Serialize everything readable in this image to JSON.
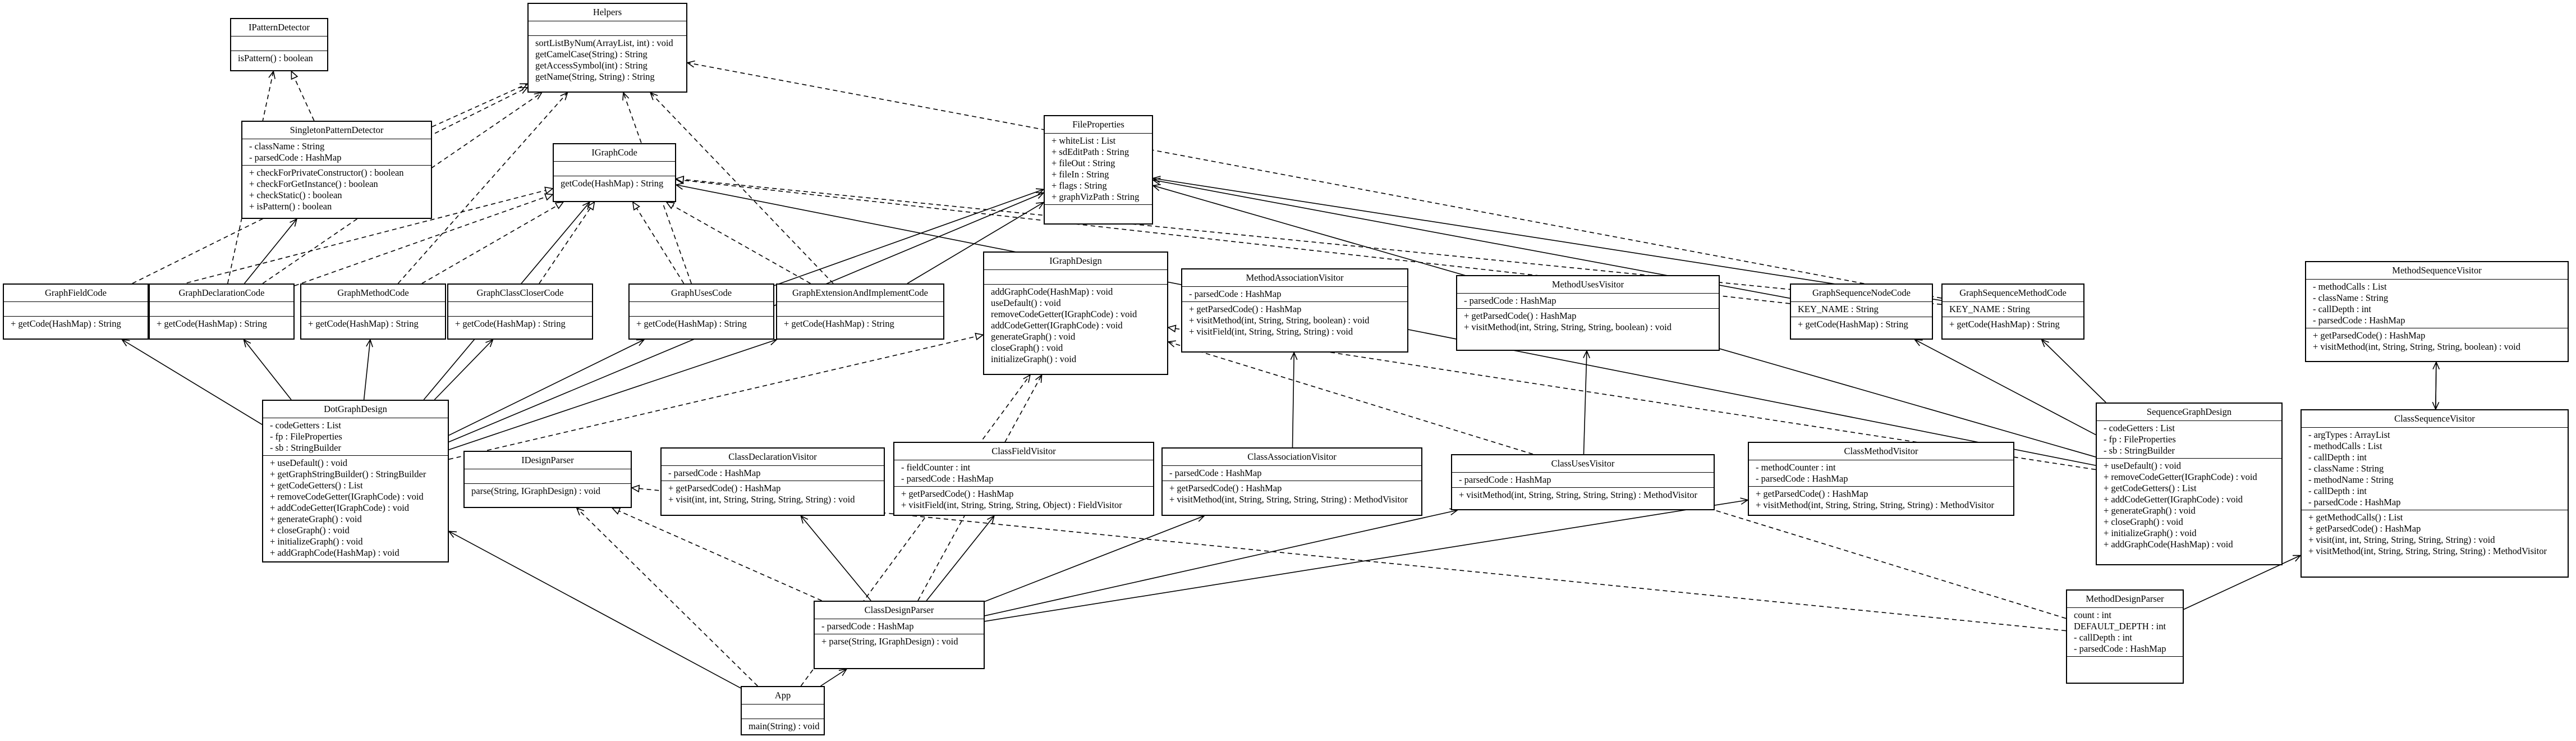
{
  "diagram": {
    "classes": [
      {
        "id": "IPatternDetector",
        "name": "IPatternDetector",
        "attrs": [],
        "ops": [
          "isPattern() : boolean"
        ]
      },
      {
        "id": "Helpers",
        "name": "Helpers",
        "attrs": [],
        "ops": [
          "sortListByNum(ArrayList, int) : void",
          "getCamelCase(String) : String",
          "getAccessSymbol(int) : String",
          "getName(String, String) : String"
        ]
      },
      {
        "id": "SingletonPatternDetector",
        "name": "SingletonPatternDetector",
        "attrs": [
          "- className : String",
          "- parsedCode : HashMap"
        ],
        "ops": [
          "+ checkForPrivateConstructor() : boolean",
          "+ checkForGetInstance() : boolean",
          "+ checkStatic() : boolean",
          "+ isPattern() : boolean"
        ]
      },
      {
        "id": "IGraphCode",
        "name": "IGraphCode",
        "attrs": [],
        "ops": [
          "getCode(HashMap) : String"
        ]
      },
      {
        "id": "FileProperties",
        "name": "FileProperties",
        "attrs": [
          "+ whiteList : List",
          "+ sdEditPath : String",
          "+ fileOut : String",
          "+ fileIn : String",
          "+ flags : String",
          "+ graphVizPath : String"
        ],
        "ops": []
      },
      {
        "id": "GraphFieldCode",
        "name": "GraphFieldCode",
        "attrs": [],
        "ops": [
          "+ getCode(HashMap) : String"
        ]
      },
      {
        "id": "GraphDeclarationCode",
        "name": "GraphDeclarationCode",
        "attrs": [],
        "ops": [
          "+ getCode(HashMap) : String"
        ]
      },
      {
        "id": "GraphMethodCode",
        "name": "GraphMethodCode",
        "attrs": [],
        "ops": [
          "+ getCode(HashMap) : String"
        ]
      },
      {
        "id": "GraphClassCloserCode",
        "name": "GraphClassCloserCode",
        "attrs": [],
        "ops": [
          "+ getCode(HashMap) : String"
        ]
      },
      {
        "id": "GraphUsesCode",
        "name": "GraphUsesCode",
        "attrs": [],
        "ops": [
          "+ getCode(HashMap) : String"
        ]
      },
      {
        "id": "GraphExtensionAndImplementCode",
        "name": "GraphExtensionAndImplementCode",
        "attrs": [],
        "ops": [
          "+ getCode(HashMap) : String"
        ]
      },
      {
        "id": "IGraphDesign",
        "name": "IGraphDesign",
        "attrs": [],
        "ops": [
          "addGraphCode(HashMap) : void",
          "useDefault() : void",
          "removeCodeGetter(IGraphCode) : void",
          "addCodeGetter(IGraphCode) : void",
          "generateGraph() : void",
          "closeGraph() : void",
          "initializeGraph() : void"
        ]
      },
      {
        "id": "MethodAssociationVisitor",
        "name": "MethodAssociationVisitor",
        "attrs": [
          "- parsedCode : HashMap"
        ],
        "ops": [
          "+ getParsedCode() : HashMap",
          "+ visitMethod(int, String, String, boolean) : void",
          "+ visitField(int, String, String, String) : void"
        ]
      },
      {
        "id": "MethodUsesVisitor",
        "name": "MethodUsesVisitor",
        "attrs": [
          "- parsedCode : HashMap"
        ],
        "ops": [
          "+ getParsedCode() : HashMap",
          "+ visitMethod(int, String, String, String, boolean) : void"
        ]
      },
      {
        "id": "GraphSequenceNodeCode",
        "name": "GraphSequenceNodeCode",
        "attrs": [
          "KEY_NAME : String"
        ],
        "ops": [
          "+ getCode(HashMap) : String"
        ]
      },
      {
        "id": "GraphSequenceMethodCode",
        "name": "GraphSequenceMethodCode",
        "attrs": [
          "KEY_NAME : String"
        ],
        "ops": [
          "+ getCode(HashMap) : String"
        ]
      },
      {
        "id": "MethodSequenceVisitor",
        "name": "MethodSequenceVisitor",
        "attrs": [
          "- methodCalls : List",
          "- className : String",
          "- callDepth : int",
          "- parsedCode : HashMap"
        ],
        "ops": [
          "+ getParsedCode() : HashMap",
          "+ visitMethod(int, String, String, String, boolean) : void"
        ]
      },
      {
        "id": "DotGraphDesign",
        "name": "DotGraphDesign",
        "attrs": [
          "- codeGetters : List",
          "- fp : FileProperties",
          "- sb : StringBuilder"
        ],
        "ops": [
          "+ useDefault() : void",
          "+ getGraphStringBuilder() : StringBuilder",
          "+ getCodeGetters() : List",
          "+ removeCodeGetter(IGraphCode) : void",
          "+ addCodeGetter(IGraphCode) : void",
          "+ generateGraph() : void",
          "+ closeGraph() : void",
          "+ initializeGraph() : void",
          "+ addGraphCode(HashMap) : void"
        ]
      },
      {
        "id": "IDesignParser",
        "name": "IDesignParser",
        "attrs": [],
        "ops": [
          "parse(String, IGraphDesign) : void"
        ]
      },
      {
        "id": "ClassDeclarationVisitor",
        "name": "ClassDeclarationVisitor",
        "attrs": [
          "- parsedCode : HashMap"
        ],
        "ops": [
          "+ getParsedCode() : HashMap",
          "+ visit(int, int, String, String, String, String) : void"
        ]
      },
      {
        "id": "ClassFieldVisitor",
        "name": "ClassFieldVisitor",
        "attrs": [
          "- fieldCounter : int",
          "- parsedCode : HashMap"
        ],
        "ops": [
          "+ getParsedCode() : HashMap",
          "+ visitField(int, String, String, String, Object) : FieldVisitor"
        ]
      },
      {
        "id": "ClassAssociationVisitor",
        "name": "ClassAssociationVisitor",
        "attrs": [
          "- parsedCode : HashMap"
        ],
        "ops": [
          "+ getParsedCode() : HashMap",
          "+ visitMethod(int, String, String, String, String) : MethodVisitor"
        ]
      },
      {
        "id": "ClassUsesVisitor",
        "name": "ClassUsesVisitor",
        "attrs": [
          "- parsedCode : HashMap"
        ],
        "ops": [
          "+ visitMethod(int, String, String, String, String) : MethodVisitor"
        ]
      },
      {
        "id": "ClassMethodVisitor",
        "name": "ClassMethodVisitor",
        "attrs": [
          "- methodCounter : int",
          "- parsedCode : HashMap"
        ],
        "ops": [
          "+ getParsedCode() : HashMap",
          "+ visitMethod(int, String, String, String, String) : MethodVisitor"
        ]
      },
      {
        "id": "SequenceGraphDesign",
        "name": "SequenceGraphDesign",
        "attrs": [
          "- codeGetters : List",
          "- fp : FileProperties",
          "- sb : StringBuilder"
        ],
        "ops": [
          "+ useDefault() : void",
          "+ removeCodeGetter(IGraphCode) : void",
          "+ getCodeGetters() : List",
          "+ addCodeGetter(IGraphCode) : void",
          "+ generateGraph() : void",
          "+ closeGraph() : void",
          "+ initializeGraph() : void",
          "+ addGraphCode(HashMap) : void"
        ]
      },
      {
        "id": "ClassSequenceVisitor",
        "name": "ClassSequenceVisitor",
        "attrs": [
          "- argTypes : ArrayList",
          "- methodCalls : List",
          "- callDepth : int",
          "- className : String",
          "- methodName : String",
          "- callDepth : int",
          "- parsedCode : HashMap"
        ],
        "ops": [
          "+ getMethodCalls() : List",
          "+ getParsedCode() : HashMap",
          "+ visit(int, int, String, String, String, String) : void",
          "+ visitMethod(int, String, String, String, String) : MethodVisitor"
        ]
      },
      {
        "id": "ClassDesignParser",
        "name": "ClassDesignParser",
        "attrs": [
          "- parsedCode : HashMap"
        ],
        "ops": [
          "+ parse(String, IGraphDesign) : void"
        ]
      },
      {
        "id": "MethodDesignParser",
        "name": "MethodDesignParser",
        "attrs": [
          "count : int",
          "DEFAULT_DEPTH : int",
          "- callDepth : int",
          "- parsedCode : HashMap"
        ],
        "ops": []
      },
      {
        "id": "App",
        "name": "App",
        "attrs": [],
        "ops": [
          "main(String) : void"
        ]
      }
    ],
    "relations": [
      {
        "from": "SingletonPatternDetector",
        "to": "IPatternDetector",
        "kind": "realization"
      },
      {
        "from": "SingletonPatternDetector",
        "to": "Helpers",
        "kind": "dependency"
      },
      {
        "from": "GraphFieldCode",
        "to": "Helpers",
        "kind": "dependency"
      },
      {
        "from": "GraphDeclarationCode",
        "to": "IPatternDetector",
        "kind": "dependency"
      },
      {
        "from": "GraphDeclarationCode",
        "to": "SingletonPatternDetector",
        "kind": "association"
      },
      {
        "from": "GraphDeclarationCode",
        "to": "Helpers",
        "kind": "dependency"
      },
      {
        "from": "GraphMethodCode",
        "to": "Helpers",
        "kind": "dependency"
      },
      {
        "from": "GraphUsesCode",
        "to": "Helpers",
        "kind": "dependency"
      },
      {
        "from": "GraphExtensionAndImplementCode",
        "to": "Helpers",
        "kind": "dependency"
      },
      {
        "from": "GraphSequenceMethodCode",
        "to": "Helpers",
        "kind": "dependency"
      },
      {
        "from": "GraphFieldCode",
        "to": "IGraphCode",
        "kind": "realization"
      },
      {
        "from": "GraphDeclarationCode",
        "to": "IGraphCode",
        "kind": "realization"
      },
      {
        "from": "GraphMethodCode",
        "to": "IGraphCode",
        "kind": "realization"
      },
      {
        "from": "GraphClassCloserCode",
        "to": "IGraphCode",
        "kind": "realization"
      },
      {
        "from": "GraphUsesCode",
        "to": "IGraphCode",
        "kind": "realization"
      },
      {
        "from": "GraphExtensionAndImplementCode",
        "to": "IGraphCode",
        "kind": "realization"
      },
      {
        "from": "GraphSequenceNodeCode",
        "to": "IGraphCode",
        "kind": "realization"
      },
      {
        "from": "GraphSequenceMethodCode",
        "to": "IGraphCode",
        "kind": "realization"
      },
      {
        "from": "GraphUsesCode",
        "to": "FileProperties",
        "kind": "association"
      },
      {
        "from": "GraphExtensionAndImplementCode",
        "to": "FileProperties",
        "kind": "association"
      },
      {
        "from": "GraphSequenceNodeCode",
        "to": "FileProperties",
        "kind": "association"
      },
      {
        "from": "GraphSequenceMethodCode",
        "to": "FileProperties",
        "kind": "association"
      },
      {
        "from": "DotGraphDesign",
        "to": "GraphFieldCode",
        "kind": "association"
      },
      {
        "from": "DotGraphDesign",
        "to": "GraphDeclarationCode",
        "kind": "association"
      },
      {
        "from": "DotGraphDesign",
        "to": "GraphMethodCode",
        "kind": "association"
      },
      {
        "from": "DotGraphDesign",
        "to": "GraphClassCloserCode",
        "kind": "association"
      },
      {
        "from": "DotGraphDesign",
        "to": "GraphUsesCode",
        "kind": "association"
      },
      {
        "from": "DotGraphDesign",
        "to": "GraphExtensionAndImplementCode",
        "kind": "association"
      },
      {
        "from": "DotGraphDesign",
        "to": "IGraphCode",
        "kind": "association"
      },
      {
        "from": "DotGraphDesign",
        "to": "FileProperties",
        "kind": "association"
      },
      {
        "from": "DotGraphDesign",
        "to": "IGraphDesign",
        "kind": "realization"
      },
      {
        "from": "SequenceGraphDesign",
        "to": "IGraphDesign",
        "kind": "realization"
      },
      {
        "from": "SequenceGraphDesign",
        "to": "GraphSequenceNodeCode",
        "kind": "association"
      },
      {
        "from": "SequenceGraphDesign",
        "to": "GraphSequenceMethodCode",
        "kind": "association"
      },
      {
        "from": "SequenceGraphDesign",
        "to": "IGraphCode",
        "kind": "association"
      },
      {
        "from": "SequenceGraphDesign",
        "to": "FileProperties",
        "kind": "association"
      },
      {
        "from": "ClassDesignParser",
        "to": "IDesignParser",
        "kind": "realization"
      },
      {
        "from": "ClassDesignParser",
        "to": "ClassDeclarationVisitor",
        "kind": "association"
      },
      {
        "from": "ClassDesignParser",
        "to": "ClassFieldVisitor",
        "kind": "association"
      },
      {
        "from": "ClassDesignParser",
        "to": "ClassAssociationVisitor",
        "kind": "association"
      },
      {
        "from": "ClassDesignParser",
        "to": "ClassUsesVisitor",
        "kind": "association"
      },
      {
        "from": "ClassDesignParser",
        "to": "ClassMethodVisitor",
        "kind": "association"
      },
      {
        "from": "ClassDesignParser",
        "to": "IGraphDesign",
        "kind": "dependency"
      },
      {
        "from": "ClassAssociationVisitor",
        "to": "MethodAssociationVisitor",
        "kind": "association"
      },
      {
        "from": "ClassUsesVisitor",
        "to": "MethodUsesVisitor",
        "kind": "association"
      },
      {
        "from": "ClassSequenceVisitor",
        "to": "MethodSequenceVisitor",
        "kind": "association"
      },
      {
        "from": "MethodSequenceVisitor",
        "to": "ClassSequenceVisitor",
        "kind": "association"
      },
      {
        "from": "MethodDesignParser",
        "to": "ClassSequenceVisitor",
        "kind": "association"
      },
      {
        "from": "MethodDesignParser",
        "to": "IDesignParser",
        "kind": "realization"
      },
      {
        "from": "MethodDesignParser",
        "to": "IGraphDesign",
        "kind": "dependency"
      },
      {
        "from": "App",
        "to": "DotGraphDesign",
        "kind": "association"
      },
      {
        "from": "App",
        "to": "ClassDesignParser",
        "kind": "association"
      },
      {
        "from": "App",
        "to": "IDesignParser",
        "kind": "dependency"
      },
      {
        "from": "App",
        "to": "IGraphDesign",
        "kind": "dependency"
      }
    ]
  }
}
